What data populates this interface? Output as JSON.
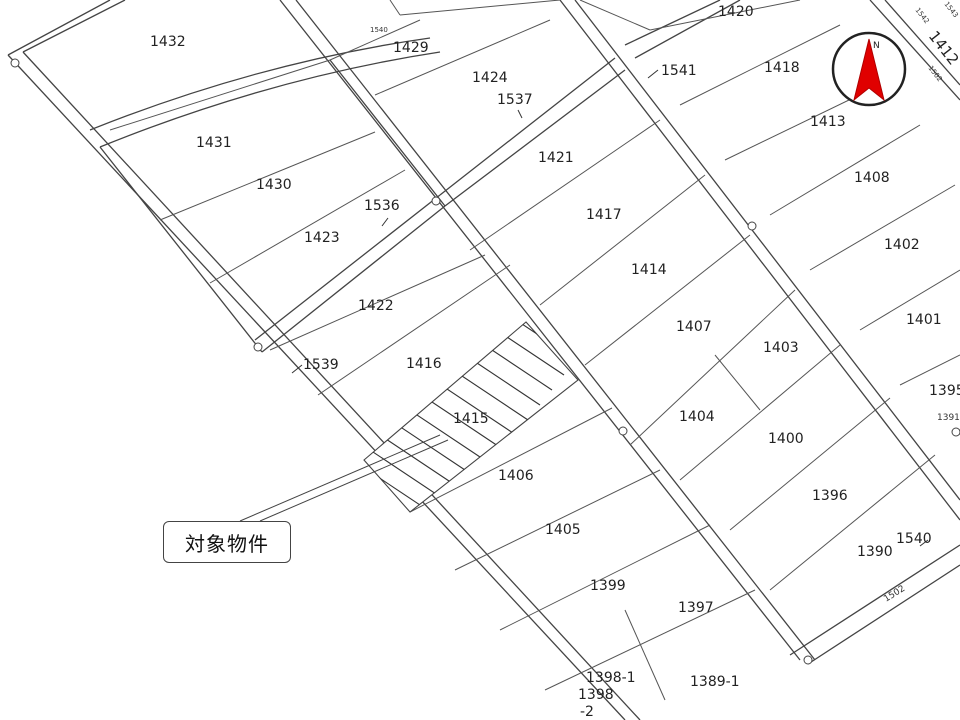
{
  "callout": {
    "label": "対象物件"
  },
  "compass": {
    "north_label": "N",
    "needle_color": "#e00000"
  },
  "hatch_color": "#333333",
  "plots": [
    {
      "id": "1432",
      "text": "1432"
    },
    {
      "id": "1429",
      "text": "1429"
    },
    {
      "id": "1424",
      "text": "1424"
    },
    {
      "id": "1420",
      "text": "1420"
    },
    {
      "id": "1418",
      "text": "1418"
    },
    {
      "id": "1413",
      "text": "1413"
    },
    {
      "id": "1431",
      "text": "1431"
    },
    {
      "id": "1430",
      "text": "1430"
    },
    {
      "id": "1423",
      "text": "1423"
    },
    {
      "id": "1421",
      "text": "1421"
    },
    {
      "id": "1417",
      "text": "1417"
    },
    {
      "id": "1408",
      "text": "1408"
    },
    {
      "id": "1402",
      "text": "1402"
    },
    {
      "id": "1422",
      "text": "1422"
    },
    {
      "id": "1416",
      "text": "1416"
    },
    {
      "id": "1414",
      "text": "1414"
    },
    {
      "id": "1407",
      "text": "1407"
    },
    {
      "id": "1403",
      "text": "1403"
    },
    {
      "id": "1401",
      "text": "1401"
    },
    {
      "id": "1395",
      "text": "1395"
    },
    {
      "id": "1415",
      "text": "1415"
    },
    {
      "id": "1404",
      "text": "1404"
    },
    {
      "id": "1400",
      "text": "1400"
    },
    {
      "id": "1406",
      "text": "1406"
    },
    {
      "id": "1396",
      "text": "1396"
    },
    {
      "id": "1405",
      "text": "1405"
    },
    {
      "id": "1390",
      "text": "1390"
    },
    {
      "id": "1399",
      "text": "1399"
    },
    {
      "id": "1397",
      "text": "1397"
    },
    {
      "id": "1398-1",
      "text": "1398-1"
    },
    {
      "id": "1389-1",
      "text": "1389-1"
    },
    {
      "id": "1398",
      "text": "1398"
    },
    {
      "id": "1398-2",
      "text": "-2"
    },
    {
      "id": "1391",
      "text": "1391"
    }
  ],
  "roads": [
    {
      "id": "1541",
      "text": "1541"
    },
    {
      "id": "1537",
      "text": "1537"
    },
    {
      "id": "1536",
      "text": "1536"
    },
    {
      "id": "1539",
      "text": "1539"
    },
    {
      "id": "1540",
      "text": "1540"
    },
    {
      "id": "1502",
      "text": "1502"
    },
    {
      "id": "1412",
      "text": "1412"
    },
    {
      "id": "1540s",
      "text": "1540"
    },
    {
      "id": "1542",
      "text": "1542"
    },
    {
      "id": "1543",
      "text": "1543"
    },
    {
      "id": "1502s",
      "text": "1502"
    }
  ]
}
